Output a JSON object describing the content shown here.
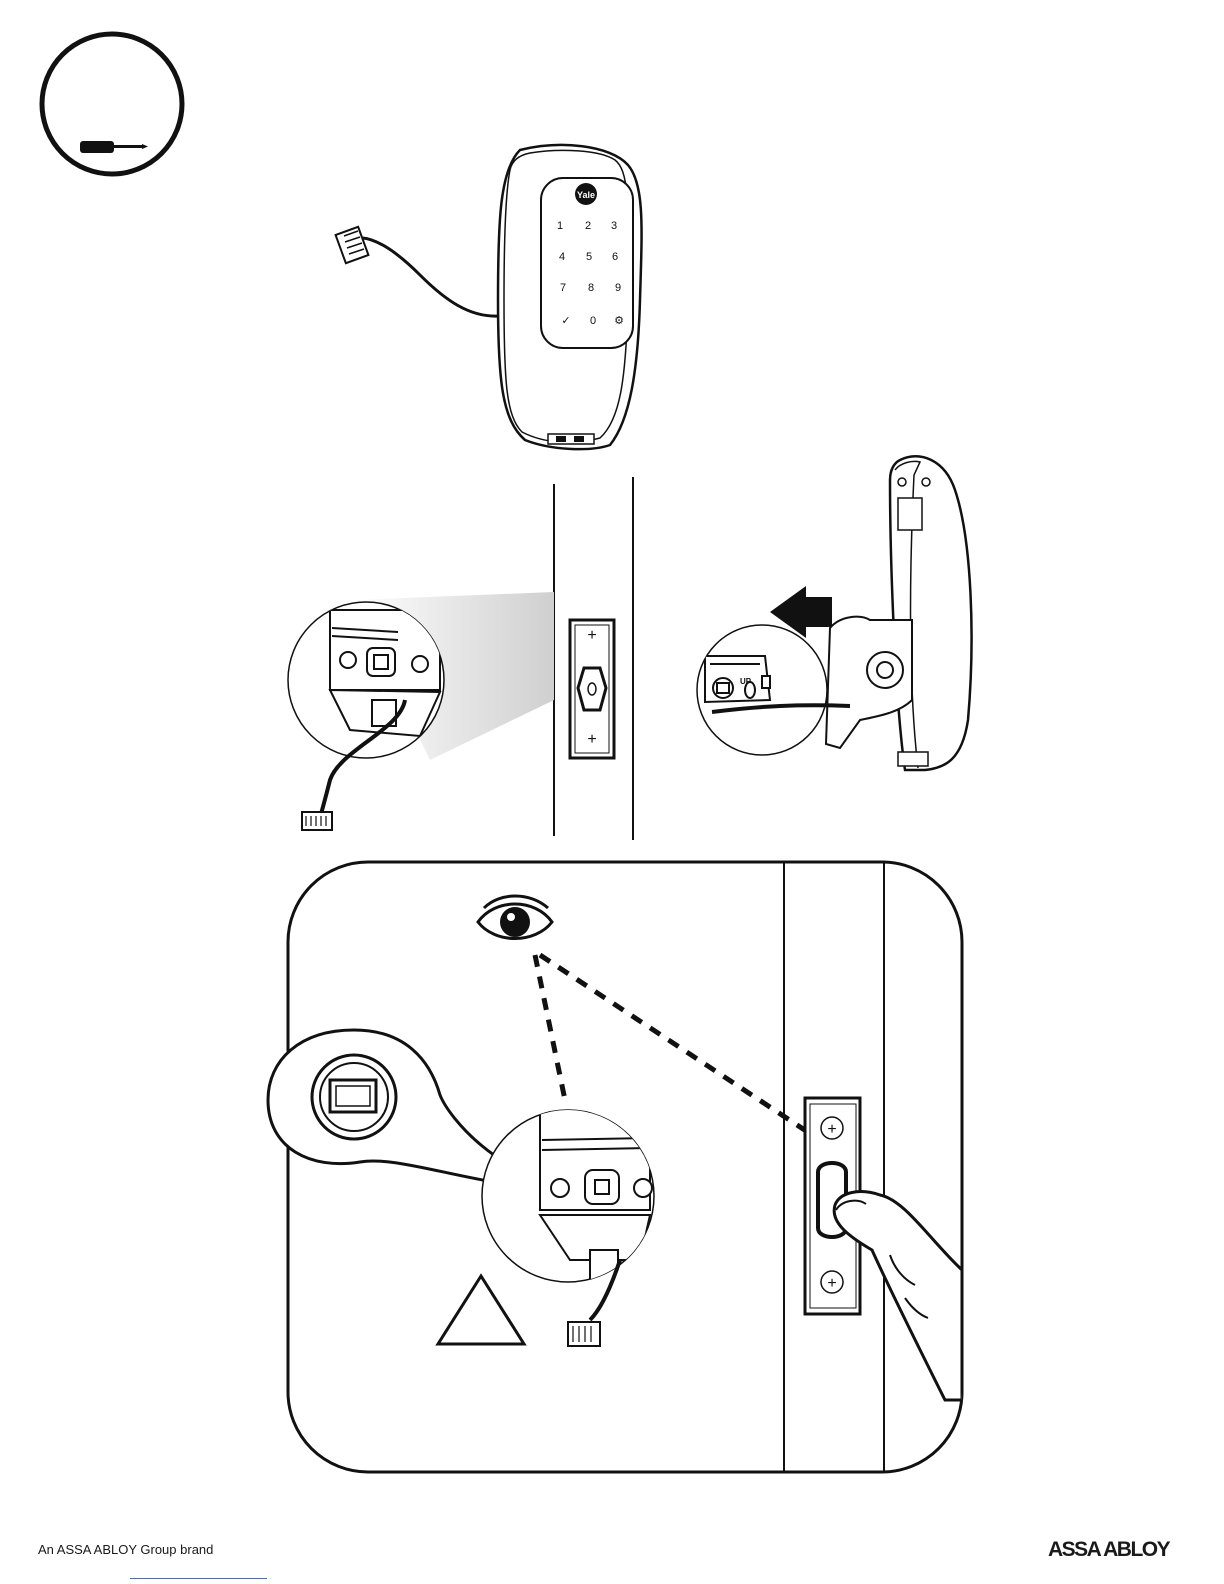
{
  "keypad": {
    "brand": "Yale",
    "keys": [
      "1",
      "2",
      "3",
      "4",
      "5",
      "6",
      "7",
      "8",
      "9",
      "✓",
      "0",
      "⚙"
    ]
  },
  "labels": {
    "up_marker": "UP"
  },
  "footer": {
    "left_text": "An ASSA ABLOY Group brand",
    "right_logo": "ASSA ABLOY"
  },
  "icons": [
    "screwdriver-icon",
    "eye-icon",
    "warning-triangle-icon",
    "arrow-left-icon",
    "finger-icon"
  ]
}
